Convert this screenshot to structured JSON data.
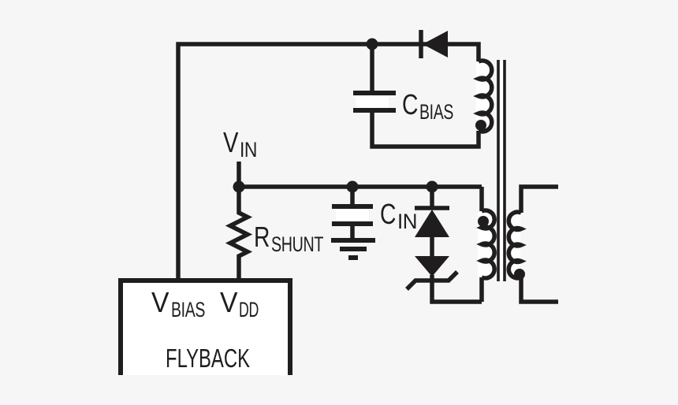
{
  "colors": {
    "background": "#f5f6f5",
    "ink": "#1f1d1e",
    "panel_fill": "#ffffff"
  },
  "labels": {
    "v_in": {
      "base": "V",
      "sub": "IN"
    },
    "c_bias": {
      "base": "C",
      "sub": "BIAS"
    },
    "c_in": {
      "base": "C",
      "sub": "IN"
    },
    "r_shunt": {
      "base": "R",
      "sub": "SHUNT"
    },
    "v_bias": {
      "base": "V",
      "sub": "BIAS"
    },
    "v_dd": {
      "base": "V",
      "sub": "DD"
    },
    "ic_name": "FLYBACK"
  },
  "symbols": [
    "rectifier-diode-icon",
    "bias-capacitor-icon",
    "input-capacitor-icon",
    "shunt-resistor-icon",
    "ground-icon",
    "clamp-diode-icon",
    "zener-diode-icon",
    "transformer-core-icon",
    "bias-winding-icon",
    "primary-winding-icon",
    "secondary-winding-icon",
    "flyback-controller-box",
    "junction-dot"
  ]
}
